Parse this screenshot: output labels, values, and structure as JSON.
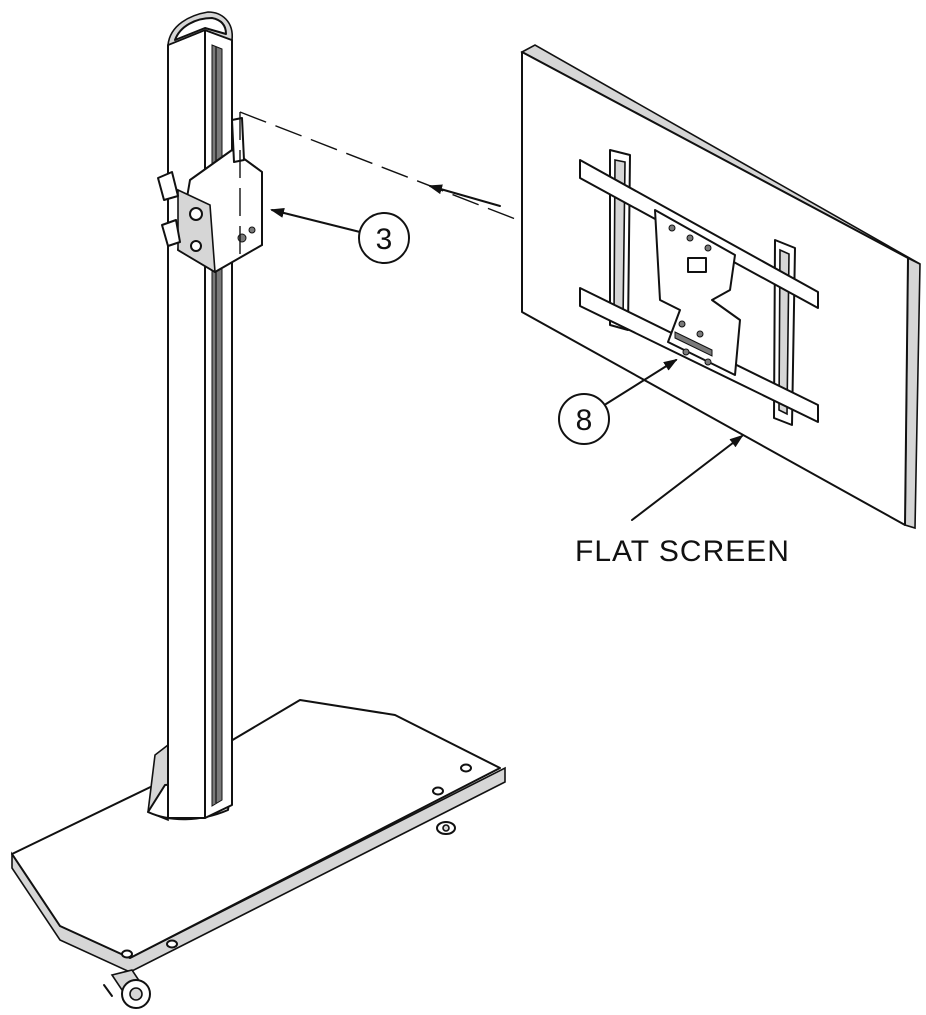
{
  "diagram": {
    "callouts": [
      {
        "id": "3",
        "label": "3"
      },
      {
        "id": "8",
        "label": "8"
      }
    ],
    "labels": {
      "flat_screen": "FLAT SCREEN"
    }
  }
}
